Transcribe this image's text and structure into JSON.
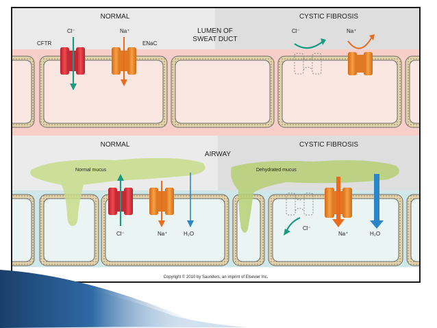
{
  "figure": {
    "top_panel": {
      "left_title": "NORMAL",
      "center_title_line1": "LUMEN OF",
      "center_title_line2": "SWEAT DUCT",
      "right_title": "CYSTIC FIBROSIS",
      "channel_labels": {
        "cftr": "CFTR",
        "enac": "ENaC"
      },
      "normal_ions": {
        "cl": "Cl⁻",
        "na": "Na⁺"
      },
      "cf_ions": {
        "cl": "Cl⁻",
        "na": "Na⁺"
      }
    },
    "bottom_panel": {
      "left_title": "NORMAL",
      "center_title": "AIRWAY",
      "right_title": "CYSTIC FIBROSIS",
      "normal_mucus_label": "Normal mucus",
      "dehydrated_mucus_label": "Dehydrated mucus",
      "normal_ions": {
        "cl": "Cl⁻",
        "na": "Na⁺",
        "h2o": "H₂O"
      },
      "cf_ions": {
        "cl": "Cl⁻",
        "na": "Na⁺",
        "h2o": "H₂O"
      }
    },
    "copyright": "Copyright © 2010 by Saunders, an imprint of Elsevier Inc.",
    "colors": {
      "cftr_red": "#d8323c",
      "enac_orange": "#f0892d",
      "chloride_teal": "#1b9a82",
      "sodium_orange": "#ec6a1e",
      "water_blue": "#2a86c9",
      "mucus_green": "#c8dc8a",
      "cell_interior": "#fae7e2",
      "membrane_tan": "#d8c69e"
    }
  }
}
